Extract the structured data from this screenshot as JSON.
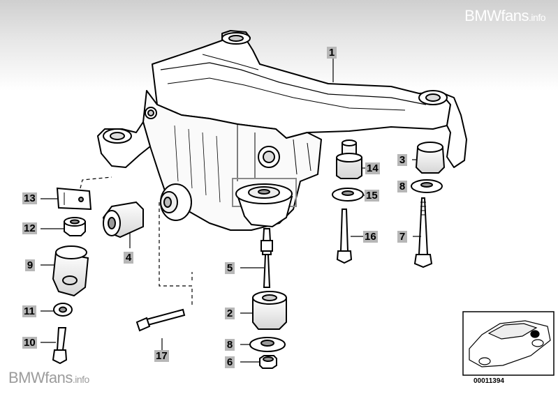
{
  "watermark_top": {
    "brand": "BMWfans",
    "suffix": ".info"
  },
  "watermark_bottom": {
    "brand": "BMWfans",
    "suffix": ".info"
  },
  "parts": {
    "p1": "1",
    "p2": "2",
    "p3": "3",
    "p4": "4",
    "p5": "5",
    "p6": "6",
    "p7": "7",
    "p8a": "8",
    "p8b": "8",
    "p9": "9",
    "p10": "10",
    "p11": "11",
    "p12": "12",
    "p13": "13",
    "p14": "14",
    "p15": "15",
    "p16": "16",
    "p17": "17"
  },
  "inset": {
    "code": "00011394"
  },
  "colors": {
    "label_bg": "#b7b7b7",
    "line": "#000000",
    "highlight_box": "#8a8a8a"
  }
}
